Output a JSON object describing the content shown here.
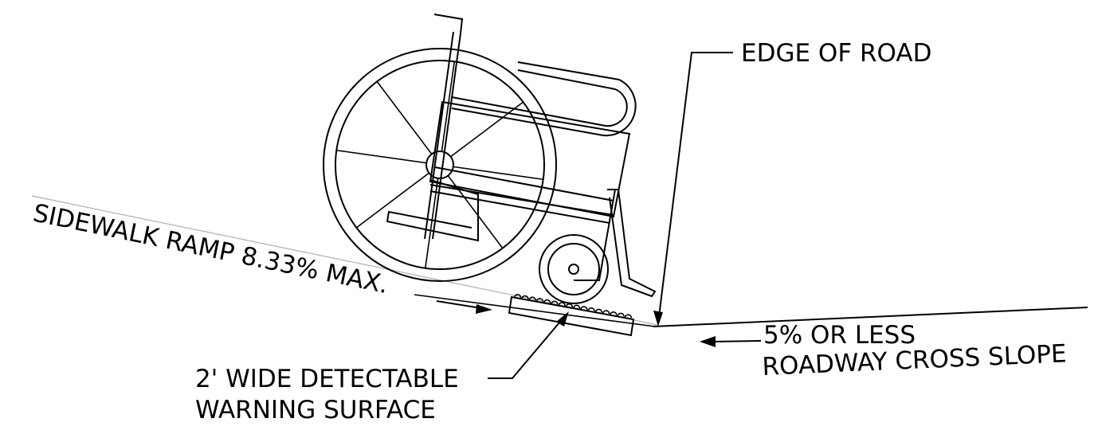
{
  "diagram": {
    "labels": {
      "edge_of_road": "EDGE OF ROAD",
      "sidewalk_ramp": "SIDEWALK RAMP 8.33% MAX.",
      "cross_slope_line1": "5% OR LESS",
      "cross_slope_line2": "ROADWAY CROSS SLOPE",
      "warning_line1": "2' WIDE DETECTABLE",
      "warning_line2": "WARNING SURFACE"
    },
    "icons": [
      "wheelchair-icon",
      "detectable-warning-surface-icon"
    ],
    "colors": {
      "ink": "#000000",
      "background": "#ffffff"
    }
  }
}
